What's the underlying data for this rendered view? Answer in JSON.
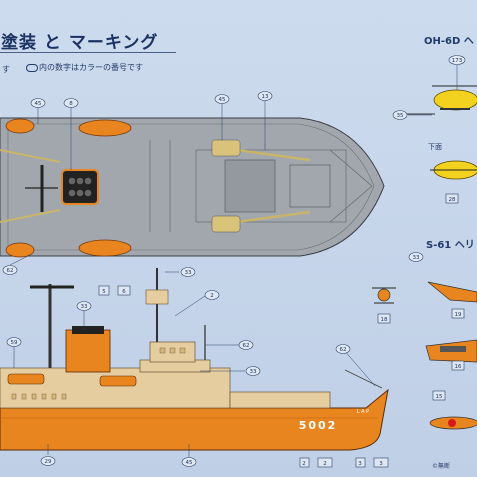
{
  "title": "塗装 と マーキング",
  "notes": {
    "left_fragment": "す",
    "color_number_note": "内の数字はカラーの番号です"
  },
  "sections": {
    "oh6d": "OH-6D ヘ",
    "oh6d_view": "下面",
    "s61": "S-61 ヘリ"
  },
  "hull_number": "5002",
  "hull_letters": "L A P",
  "copyright": "©無断",
  "callouts": {
    "c45a": "45",
    "c8": "8",
    "c45b": "45",
    "c13": "13",
    "c62a": "62",
    "c33a": "33",
    "c59": "59",
    "c33b": "33",
    "c2": "2",
    "c62b": "62",
    "c62c": "62",
    "c33c": "33",
    "c29": "29",
    "c45c": "45",
    "c35": "35",
    "c173": "173",
    "c33d": "33"
  },
  "squares": {
    "s5": "5",
    "s6": "6",
    "s28": "28",
    "s18": "18",
    "s19": "19",
    "s16": "16",
    "s15": "15",
    "s2a": "2",
    "s2b": "2",
    "s3a": "3",
    "s3b": "3"
  },
  "colors": {
    "background": "#c9d7ea",
    "hull_orange": "#e9851f",
    "hull_deck_gray": "#9aa0a6",
    "superstructure": "#e6cda0",
    "helicopter_yellow": "#f2d21e",
    "text_blue": "#223a66"
  }
}
